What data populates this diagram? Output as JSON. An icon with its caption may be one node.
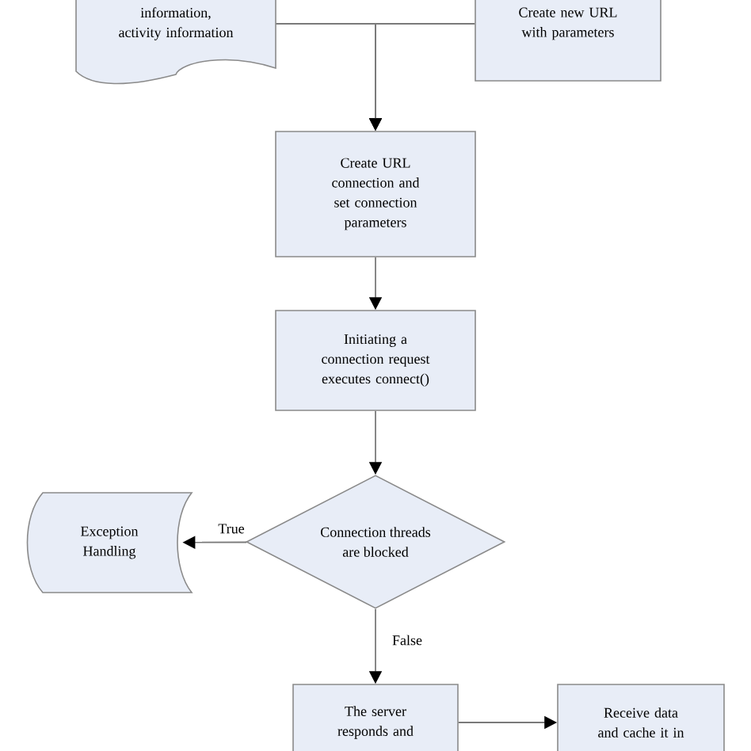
{
  "diagram": {
    "nodes": [
      {
        "text": [
          "information, activity information"
        ]
      },
      {
        "text": [
          "Create new URL with parameters"
        ]
      },
      {
        "text": [
          "Create URL connection and set connection parameters"
        ]
      },
      {
        "text": [
          "Initiating a connection request executes connect()"
        ]
      },
      {
        "text": [
          "Connection threads are blocked"
        ]
      },
      {
        "text": [
          "Exception Handling"
        ]
      },
      {
        "text": [
          "The server responds and"
        ]
      },
      {
        "text": [
          "Receive data and cache it in"
        ]
      }
    ],
    "edges": [
      {
        "from": 0,
        "to": 2,
        "arrow": "to"
      },
      {
        "from": 1,
        "to": 2,
        "arrow": "to"
      },
      {
        "from": 2,
        "to": 3,
        "arrow": "to"
      },
      {
        "from": 3,
        "to": 4,
        "arrow": "to"
      },
      {
        "from": 4,
        "to": 5,
        "label": "True",
        "arrow": "to"
      },
      {
        "from": 4,
        "to": 6,
        "label": "False",
        "arrow": "to"
      },
      {
        "from": 6,
        "to": 7,
        "arrow": "to"
      }
    ]
  }
}
